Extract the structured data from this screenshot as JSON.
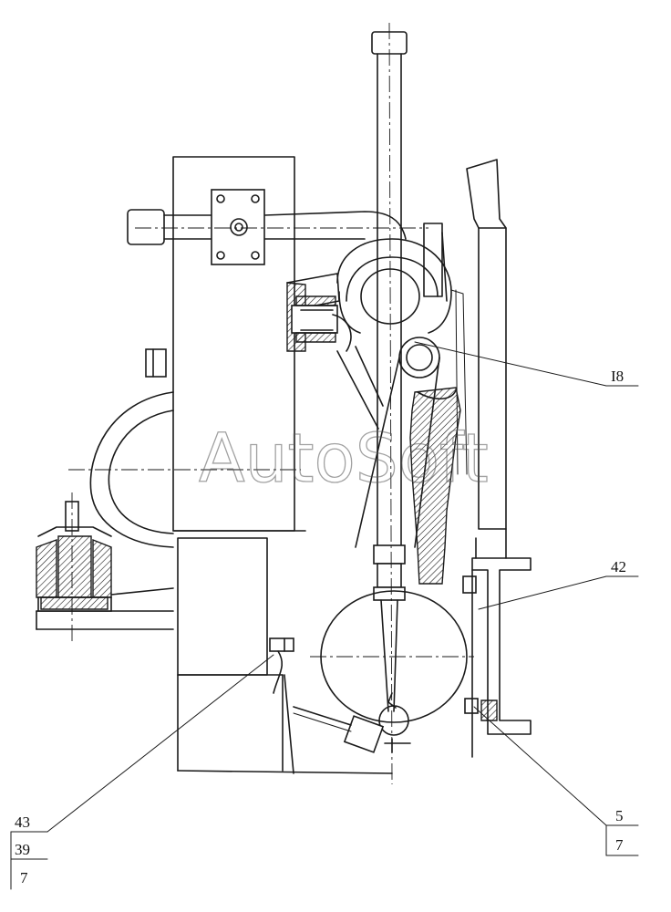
{
  "watermark": "AutoSoft",
  "callouts": {
    "c18": "I8",
    "c42": "42",
    "c43": "43",
    "c39": "39",
    "c7a": "7",
    "c5": "5",
    "c7b": "7"
  }
}
